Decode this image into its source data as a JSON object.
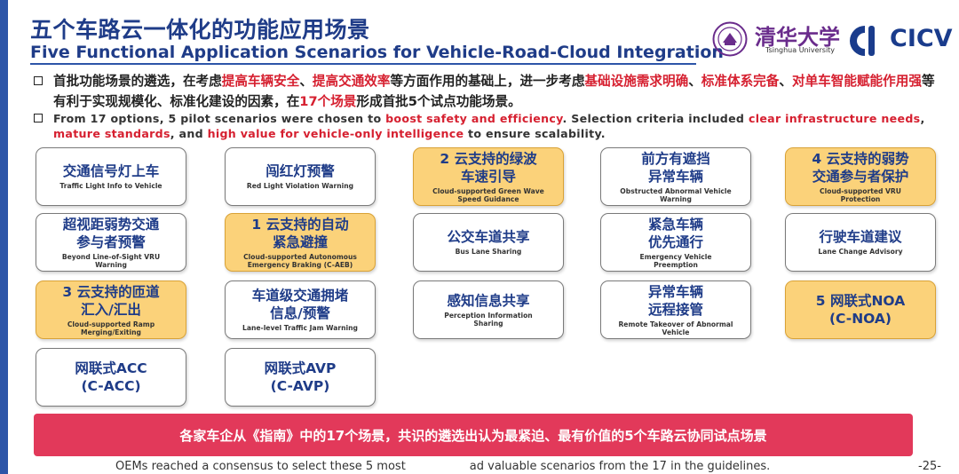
{
  "header": {
    "title_cn": "五个车路云一体化的功能应用场景",
    "title_en": "Five Functional Application Scenarios for Vehicle-Road-Cloud Integration",
    "logo_tsinghua_cn": "清华大学",
    "logo_tsinghua_en": "Tsinghua University",
    "logo_cicv": "CICV"
  },
  "intro": {
    "cn_segments": [
      {
        "text": "首批功能场景的遴选，在考虑",
        "hl": false
      },
      {
        "text": "提高车辆安全",
        "hl": true
      },
      {
        "text": "、",
        "hl": false
      },
      {
        "text": "提高交通效率",
        "hl": true
      },
      {
        "text": "等方面作用的基础上，进一步考虑",
        "hl": false
      },
      {
        "text": "基础设施需求明确",
        "hl": true
      },
      {
        "text": "、",
        "hl": false
      },
      {
        "text": "标准体系完备",
        "hl": true
      },
      {
        "text": "、",
        "hl": false
      },
      {
        "text": "对单车智能赋能作用强",
        "hl": true
      },
      {
        "text": "等有利于实现规模化、标准化建设的因素，在",
        "hl": false
      },
      {
        "text": "17个场景",
        "hl": true
      },
      {
        "text": "形成首批5个试点功能场景。",
        "hl": false
      }
    ],
    "en_segments": [
      {
        "text": "From 17 options, 5 pilot scenarios were chosen to ",
        "hl": false
      },
      {
        "text": "boost safety and efficiency",
        "hl": true
      },
      {
        "text": ". Selection criteria included ",
        "hl": false
      },
      {
        "text": "clear infrastructure needs",
        "hl": true
      },
      {
        "text": ", ",
        "hl": false
      },
      {
        "text": "mature standards",
        "hl": true
      },
      {
        "text": ", and ",
        "hl": false
      },
      {
        "text": "high value for vehicle-only intelligence",
        "hl": true
      },
      {
        "text": " to ensure scalability.",
        "hl": false
      }
    ]
  },
  "cards": [
    {
      "name": "card-traffic-light-info",
      "cn": "交通信号灯上车",
      "en": "Traffic Light Info to Vehicle",
      "highlight": false
    },
    {
      "name": "card-red-light-warning",
      "cn": "闯红灯预警",
      "en": "Red Light Violation Warning",
      "highlight": false
    },
    {
      "name": "card-green-wave",
      "cn": "2 云支持的绿波|车速引导",
      "en": "Cloud-supported Green Wave|Speed Guidance",
      "highlight": true
    },
    {
      "name": "card-obstructed-vehicle",
      "cn": "前方有遮挡|异常车辆",
      "en": "Obstructed Abnormal Vehicle|Warning",
      "highlight": false
    },
    {
      "name": "card-vru-protection",
      "cn": "4 云支持的弱势|交通参与者保护",
      "en": "Cloud-supported VRU|Protection",
      "highlight": true
    },
    {
      "name": "card-bls-vru-warning",
      "cn": "超视距弱势交通|参与者预警",
      "en": "Beyond Line-of-Sight VRU|Warning",
      "highlight": false
    },
    {
      "name": "card-aeb",
      "cn": "1 云支持的自动|紧急避撞",
      "en": "Cloud-supported Autonomous|Emergency Braking (C-AEB)",
      "highlight": true
    },
    {
      "name": "card-bus-lane",
      "cn": "公交车道共享",
      "en": "Bus Lane Sharing",
      "highlight": false
    },
    {
      "name": "card-emergency-preemption",
      "cn": "紧急车辆|优先通行",
      "en": "Emergency Vehicle|Preemption",
      "highlight": false
    },
    {
      "name": "card-lane-change",
      "cn": "行驶车道建议",
      "en": "Lane Change Advisory",
      "highlight": false
    },
    {
      "name": "card-ramp-merging",
      "cn": "3 云支持的匝道|汇入/汇出",
      "en": "Cloud-supported Ramp|Merging/Exiting",
      "highlight": true
    },
    {
      "name": "card-traffic-jam",
      "cn": "车道级交通拥堵|信息/预警",
      "en": "Lane-level Traffic Jam Warning",
      "highlight": false
    },
    {
      "name": "card-perception-sharing",
      "cn": "感知信息共享",
      "en": "Perception Information|Sharing",
      "highlight": false
    },
    {
      "name": "card-remote-takeover",
      "cn": "异常车辆|远程接管",
      "en": "Remote Takeover of Abnormal|Vehicle",
      "highlight": false
    },
    {
      "name": "card-c-noa",
      "cn": "5 网联式NOA|(C-NOA)",
      "en": "",
      "highlight": true
    },
    {
      "name": "card-c-acc",
      "cn": "网联式ACC|(C-ACC)",
      "en": "",
      "highlight": false
    },
    {
      "name": "card-c-avp",
      "cn": "网联式AVP|(C-AVP)",
      "en": "",
      "highlight": false
    }
  ],
  "banner": "各家车企从《指南》中的17个场景，共识的遴选出认为最紧迫、最有价值的5个车路云协同试点场景",
  "footer": {
    "left": "OEMs reached a consensus to select these 5 most",
    "right": "ad valuable scenarios from the 17 in the guidelines."
  },
  "page_number": "-25-",
  "colors": {
    "accent": "#1f3c88",
    "highlight_text": "#d62030",
    "highlight_card": "#fbd27a",
    "banner": "#e2395a"
  }
}
